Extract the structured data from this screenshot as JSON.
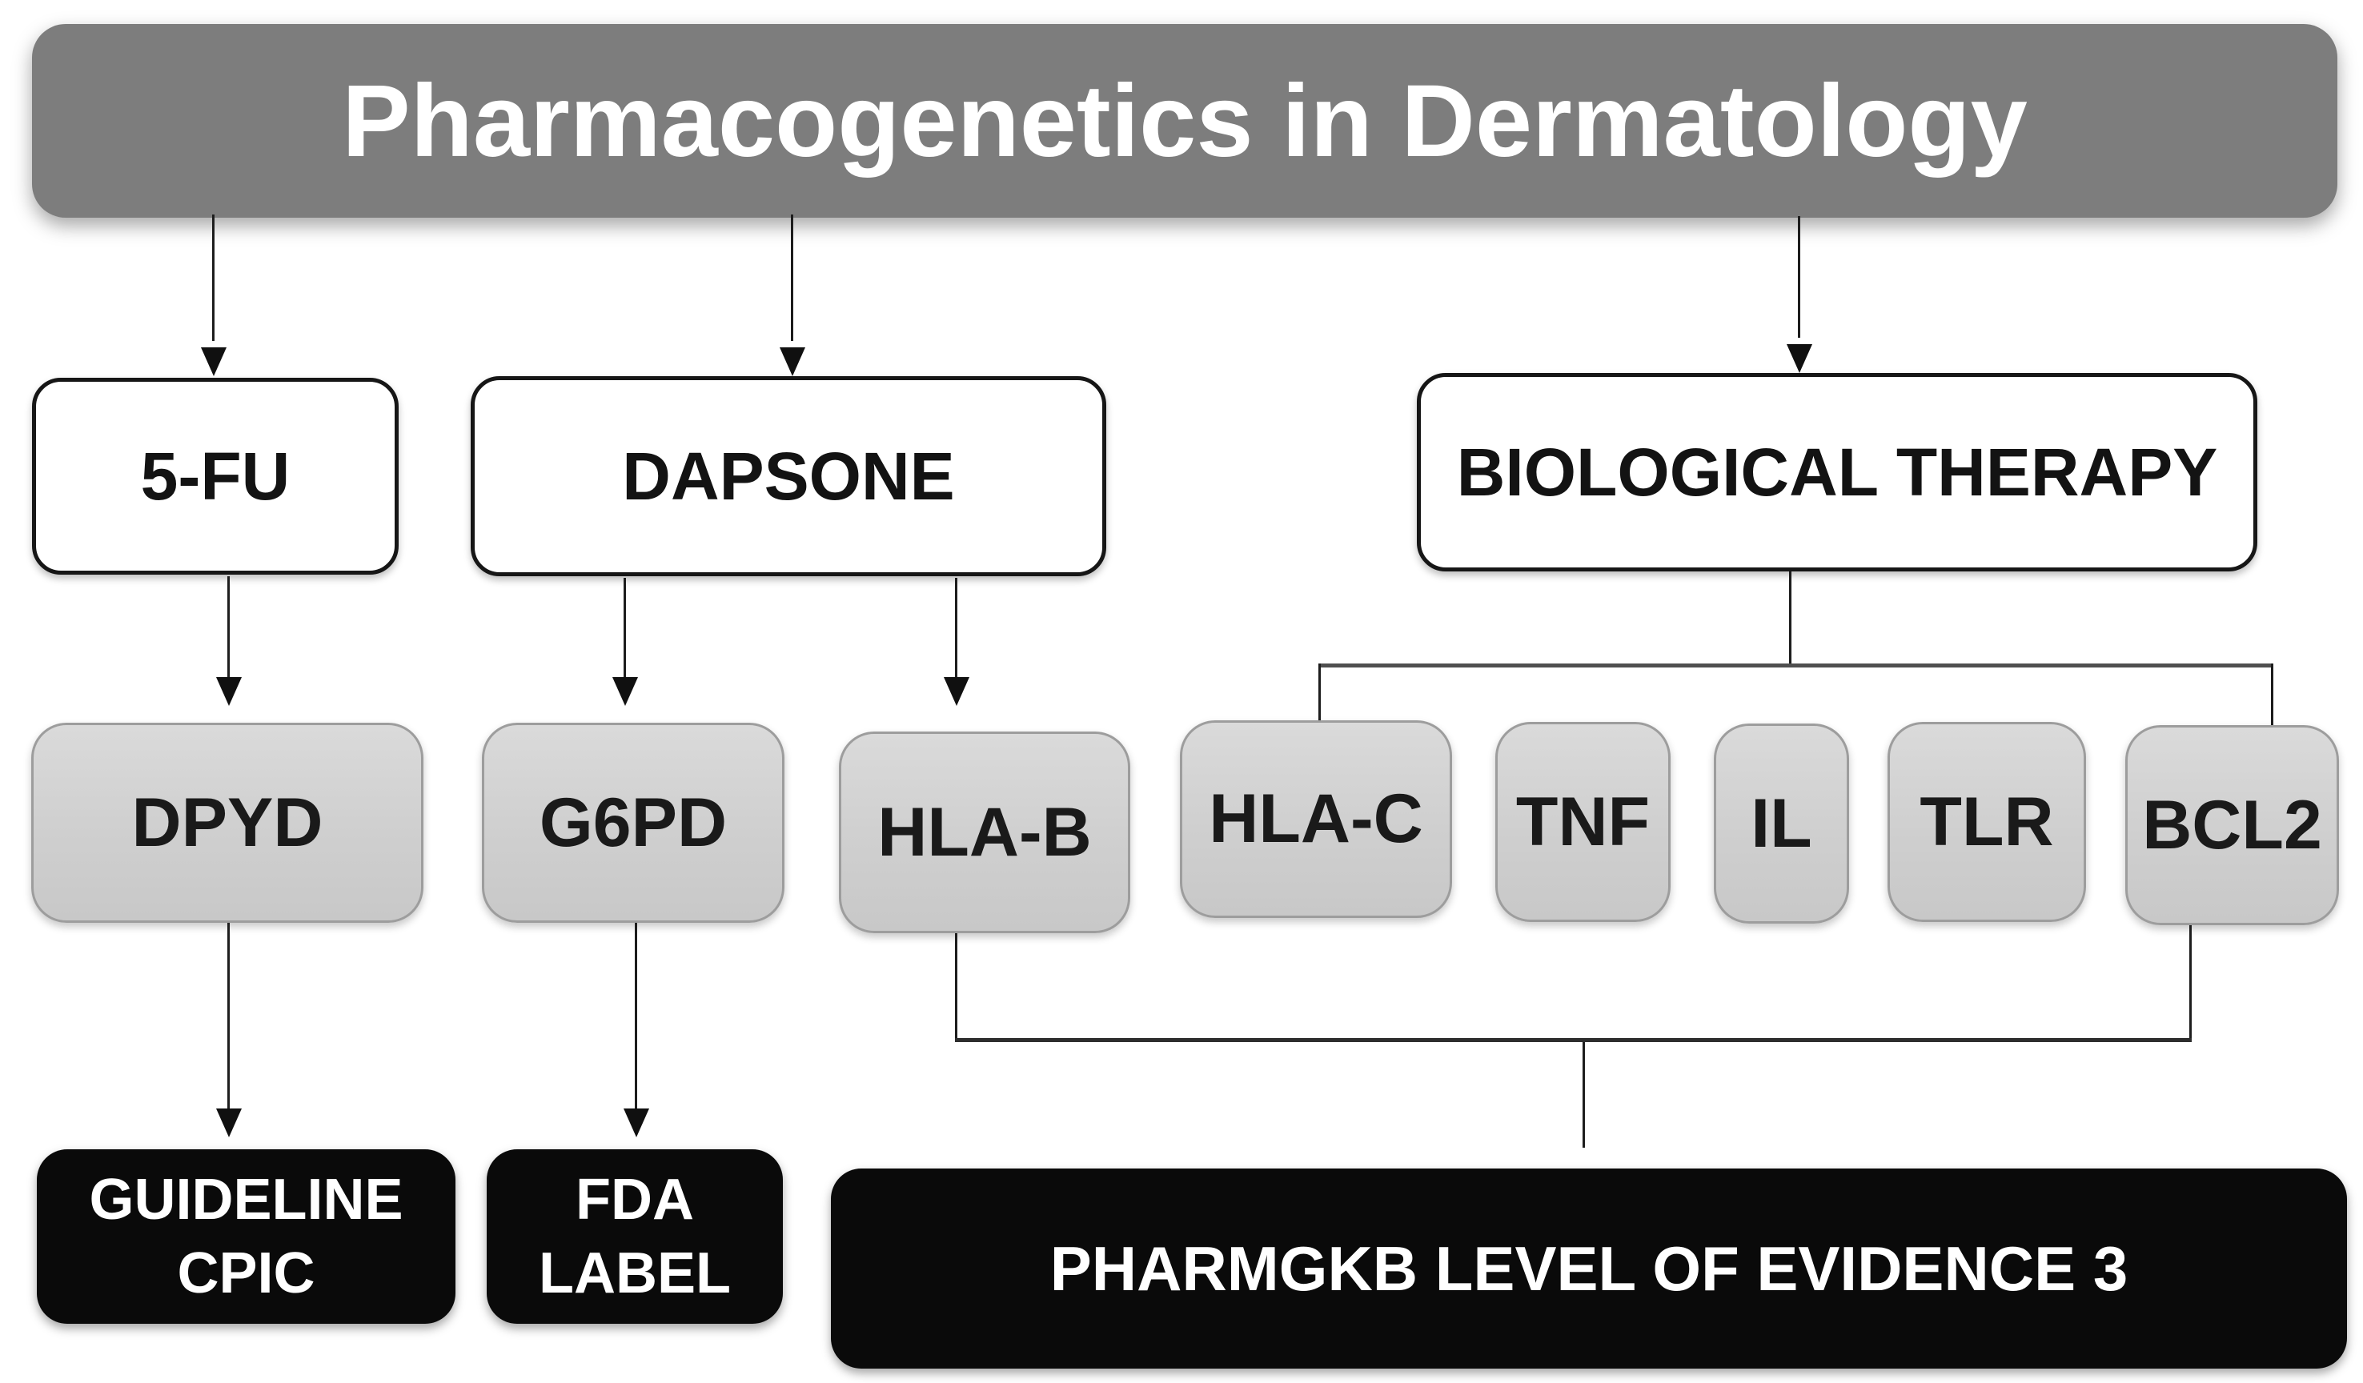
{
  "title": {
    "label": "Pharmacogenetics in Dermatology"
  },
  "drugs": [
    {
      "id": "5fu",
      "label": "5-FU"
    },
    {
      "id": "dapsone",
      "label": "DAPSONE"
    },
    {
      "id": "biological-therapy",
      "label": "BIOLOGICAL THERAPY"
    }
  ],
  "genes": [
    {
      "id": "dpyd",
      "label": "DPYD"
    },
    {
      "id": "g6pd",
      "label": "G6PD"
    },
    {
      "id": "hla-b",
      "label": "HLA-B"
    },
    {
      "id": "hla-c",
      "label": "HLA-C"
    },
    {
      "id": "tnf",
      "label": "TNF"
    },
    {
      "id": "il",
      "label": "IL"
    },
    {
      "id": "tlr",
      "label": "TLR"
    },
    {
      "id": "bcl2",
      "label": "BCL2"
    }
  ],
  "outcomes": {
    "cpic": {
      "lines": [
        "GUIDELINE",
        "CPIC"
      ]
    },
    "fda": {
      "lines": [
        "FDA",
        "LABEL"
      ]
    },
    "pharmgkb": {
      "label": "PHARMGKB LEVEL OF EVIDENCE 3"
    }
  },
  "colors": {
    "title_bg": "#7d7d7d",
    "title_text": "#ffffff",
    "white_node_bg": "#ffffff",
    "white_node_border": "#161616",
    "gray_node_bg": "#d2d2d2",
    "gray_node_border": "#9d9d9d",
    "black_node_bg": "#0a0a0a",
    "black_node_text": "#ffffff",
    "connector": "#1d1d1d"
  }
}
